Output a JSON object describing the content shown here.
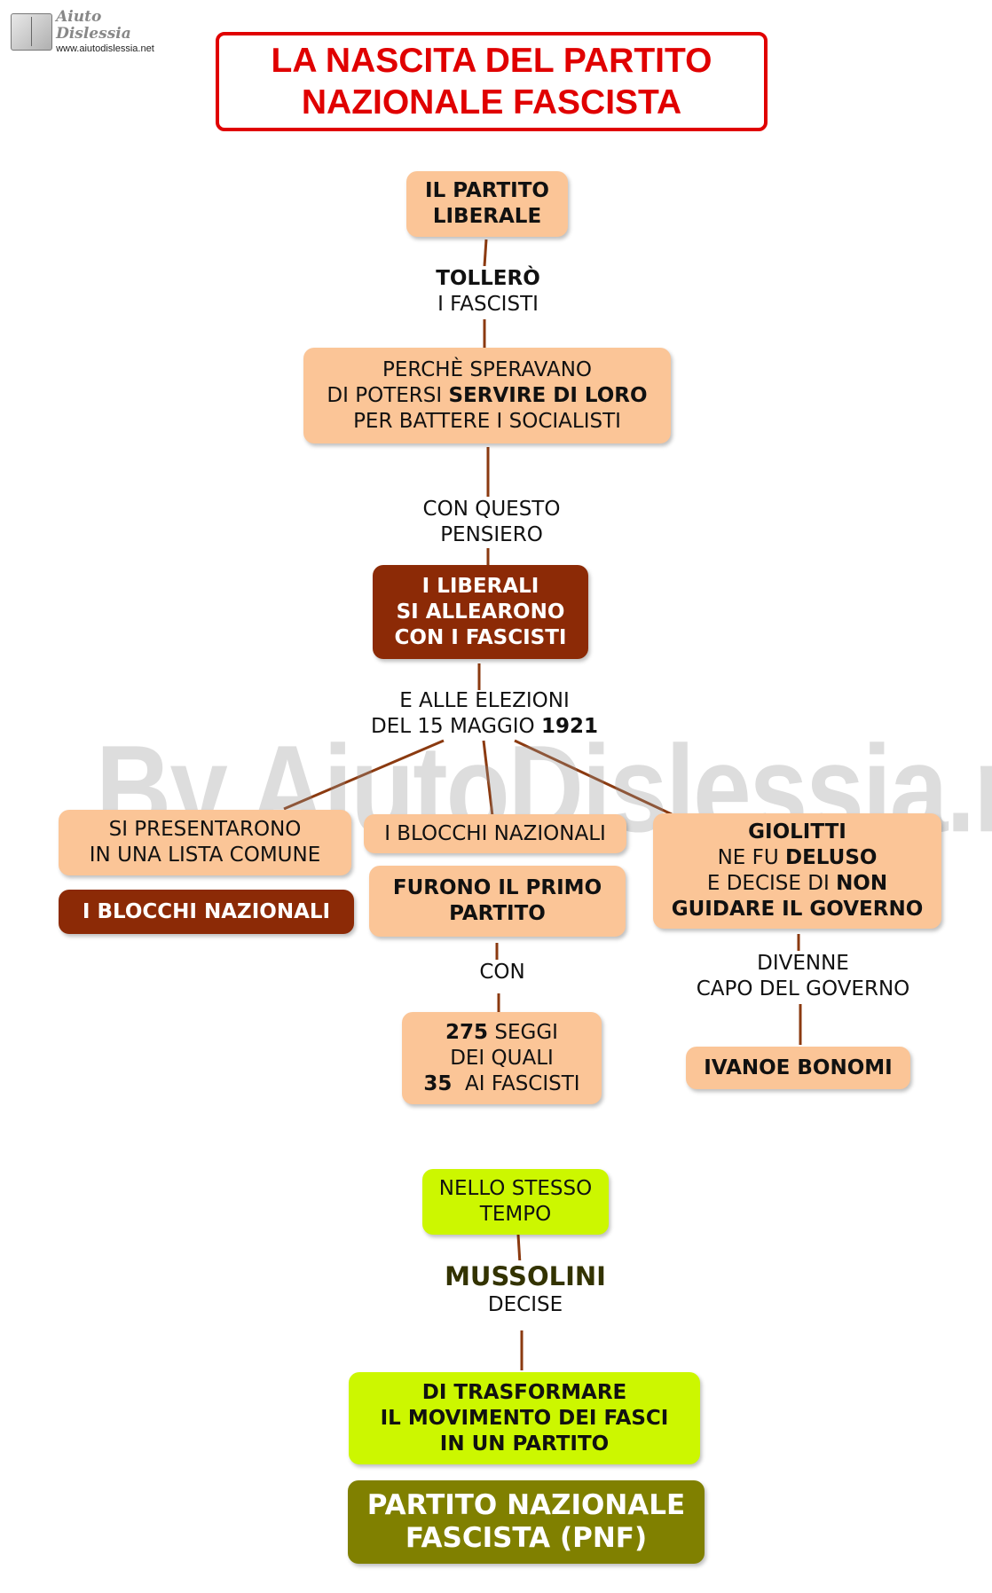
{
  "logo": {
    "name": "Aiuto Dislessia",
    "url": "www.aiutodislessia.net"
  },
  "title": {
    "line1": "LA NASCITA DEL PARTITO",
    "line2": "NAZIONALE FASCISTA"
  },
  "watermark": "By AiutoDislessia.net",
  "nodes": {
    "partito_liberale": {
      "line1": "IL PARTITO",
      "line2": "LIBERALE"
    },
    "perche": {
      "line1": "PERCHÈ SPERAVANO",
      "line2_pre": "DI POTERSI ",
      "line2_bold": "SERVIRE DI LORO",
      "line3": "PER BATTERE I SOCIALISTI"
    },
    "liberali_alleati": {
      "line1": "I LIBERALI",
      "line2": "SI ALLEARONO",
      "line3": "CON I FASCISTI"
    },
    "lista_comune": {
      "line1": "SI PRESENTARONO",
      "line2": "IN UNA LISTA COMUNE"
    },
    "blocchi_brown": "I BLOCCHI NAZIONALI",
    "blocchi_mid": "I BLOCCHI NAZIONALI",
    "primo_partito": {
      "line1": "FURONO IL PRIMO",
      "line2": "PARTITO"
    },
    "seggi": {
      "l1_bold": "275",
      "l1_rest": " SEGGI",
      "line2": "DEI QUALI",
      "l3_bold": "35",
      "l3_rest": "  AI FASCISTI"
    },
    "giolitti": {
      "line1": "GIOLITTI",
      "l2_pre": "NE FU ",
      "l2_bold": "DELUSO",
      "l3_pre": "E DECISE DI ",
      "l3_bold": "NON",
      "line4": "GUIDARE IL GOVERNO"
    },
    "bonomi": "IVANOE BONOMI",
    "stesso_tempo": {
      "line1": "NELLO STESSO",
      "line2": "TEMPO"
    },
    "trasformare": {
      "line1": "DI TRASFORMARE",
      "line2": "IL MOVIMENTO DEI FASCI",
      "line3": "IN UN PARTITO"
    },
    "pnf": {
      "line1": "PARTITO NAZIONALE",
      "line2": "FASCISTA (PNF)"
    }
  },
  "links": {
    "tollero": {
      "bold": "TOLLERÒ",
      "rest": "I FASCISTI"
    },
    "con_questo": {
      "line1": "CON QUESTO",
      "line2": "PENSIERO"
    },
    "elezioni": {
      "line1": "E ALLE ELEZIONI",
      "line2_pre": "DEL 15 MAGGIO ",
      "line2_bold": "1921"
    },
    "con": "CON",
    "divenne": {
      "line1": "DIVENNE",
      "line2": "CAPO DEL GOVERNO"
    },
    "mussolini": {
      "bold": "MUSSOLINI",
      "rest": "DECISE"
    }
  },
  "colors": {
    "peach": "#fbc597",
    "brown": "#8c2a06",
    "lime": "#ccf700",
    "olive": "#808000",
    "title_red": "#e00000",
    "line": "#8b3a10"
  }
}
